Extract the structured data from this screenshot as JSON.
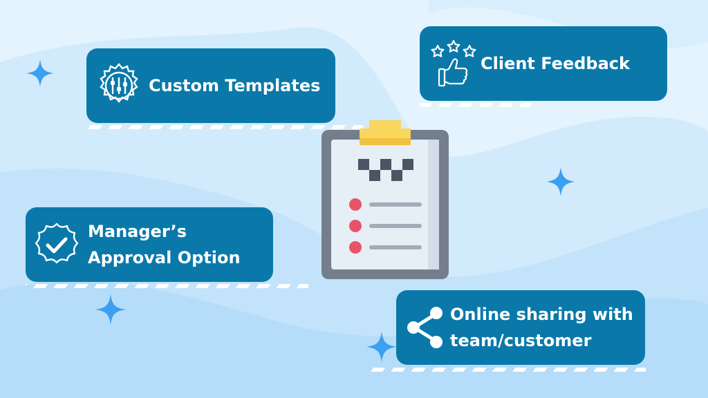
{
  "features": {
    "custom_templates": {
      "label": "Custom Templates",
      "icon": "settings-sliders-gear-icon"
    },
    "client_feedback": {
      "label": "Client Feedback",
      "icon": "thumbs-up-stars-icon"
    },
    "managers_approval": {
      "line1": "Manager’s",
      "line2": "Approval Option",
      "icon": "check-badge-icon"
    },
    "online_sharing": {
      "line1": "Online sharing with",
      "line2": "team/customer",
      "icon": "share-icon"
    }
  },
  "center": {
    "icon": "clipboard-checklist-icon"
  },
  "colors": {
    "card": "#0a79a9",
    "background": "#e4f3fd",
    "wave": "#c7e6fb",
    "sparkle": "#3b9ff2",
    "clip": "#f9d65c",
    "bullet": "#e9536a"
  }
}
